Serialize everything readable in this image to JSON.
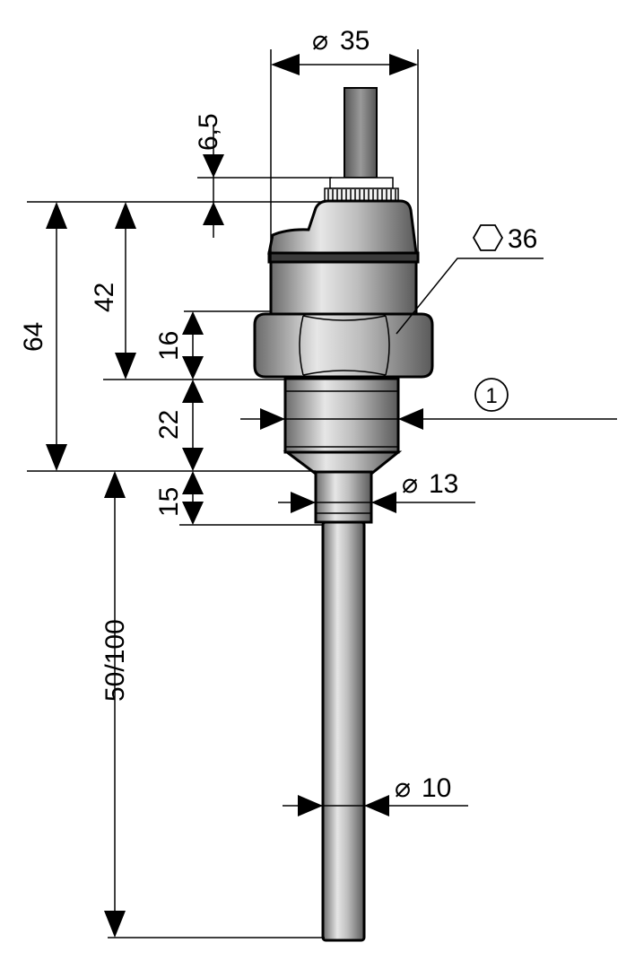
{
  "dimensions": {
    "top_diameter": "35",
    "cable_offset": "6,5",
    "total_height": "64",
    "head_height": "42",
    "hex_height": "16",
    "hex_size": "36",
    "thread_height": "22",
    "thread_marker": "1",
    "neck_height": "15",
    "neck_diameter": "13",
    "probe_length": "50/100",
    "probe_diameter": "10"
  },
  "symbols": {
    "diameter": "⌀",
    "hex": "hexagon-icon"
  },
  "colors": {
    "metal_light": "#d9d9d9",
    "metal_mid": "#a6a6a6",
    "metal_dark": "#555555",
    "ink": "#000000"
  }
}
